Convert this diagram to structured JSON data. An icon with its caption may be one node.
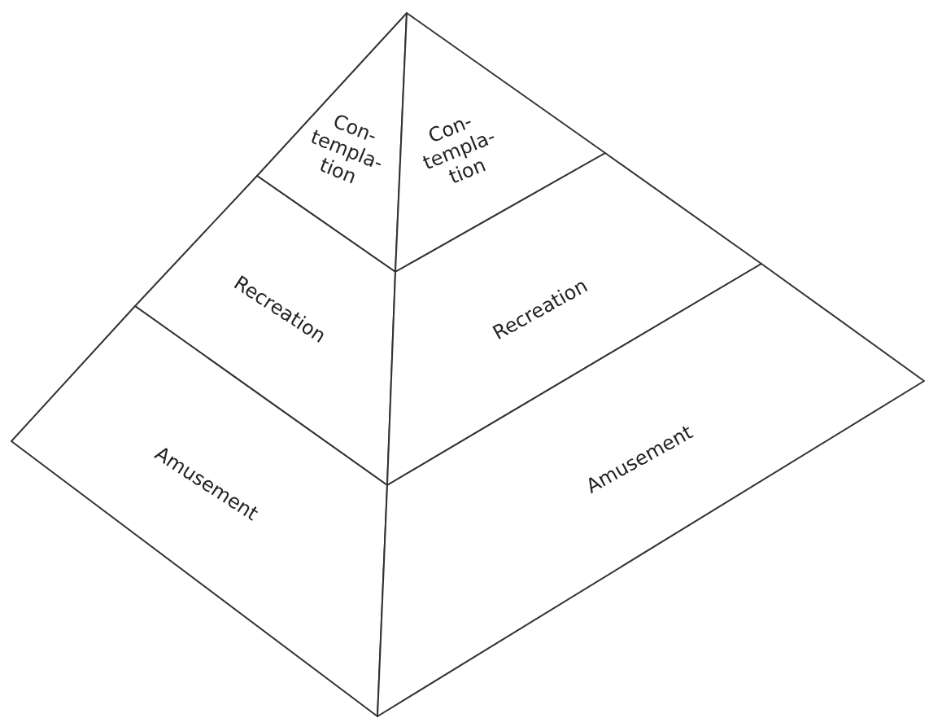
{
  "diagram": {
    "nodes": [
      {
        "text": [
          "Con- templa- tion"
        ]
      },
      {
        "text": [
          "Con- templa- tion"
        ]
      },
      {
        "text": [
          "Recreation"
        ]
      },
      {
        "text": [
          "Recreation"
        ]
      },
      {
        "text": [
          "Amusement"
        ]
      },
      {
        "text": [
          "Amusement"
        ]
      }
    ],
    "edges": []
  }
}
